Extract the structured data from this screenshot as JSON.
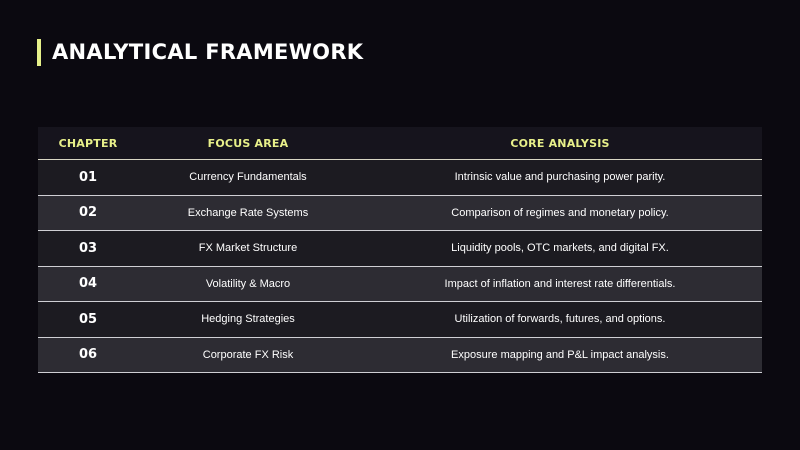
{
  "slide": {
    "title": "ANALYTICAL FRAMEWORK"
  },
  "colors": {
    "accent": "#e6f08a",
    "background": "#0b0910",
    "row_dark": "#1c1b21",
    "row_light": "#2d2c33"
  },
  "table": {
    "headers": [
      "CHAPTER",
      "FOCUS AREA",
      "CORE ANALYSIS"
    ],
    "rows": [
      {
        "chapter": "01",
        "focus": "Currency Fundamentals",
        "analysis": "Intrinsic value and purchasing power parity."
      },
      {
        "chapter": "02",
        "focus": "Exchange Rate Systems",
        "analysis": "Comparison of regimes and monetary policy."
      },
      {
        "chapter": "03",
        "focus": "FX Market Structure",
        "analysis": "Liquidity pools, OTC markets, and digital FX."
      },
      {
        "chapter": "04",
        "focus": "Volatility & Macro",
        "analysis": "Impact of inflation and interest rate differentials."
      },
      {
        "chapter": "05",
        "focus": "Hedging Strategies",
        "analysis": "Utilization of forwards, futures, and options."
      },
      {
        "chapter": "06",
        "focus": "Corporate FX Risk",
        "analysis": "Exposure mapping and P&L impact analysis."
      }
    ]
  }
}
